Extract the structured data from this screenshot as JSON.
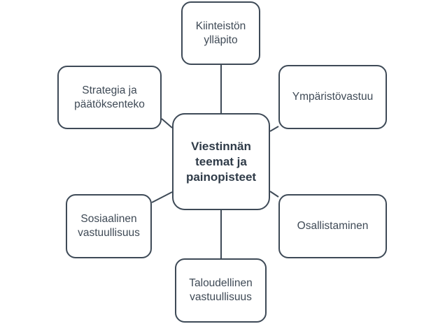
{
  "diagram": {
    "center": {
      "label": "Viestinnän\nteemat ja\npainopisteet"
    },
    "nodes": {
      "top": {
        "label": "Kiinteistön\nylläpito"
      },
      "top_left": {
        "label": "Strategia ja\npäätöksenteko"
      },
      "top_right": {
        "label": "Ympäristövastuu"
      },
      "bottom_left": {
        "label": "Sosiaalinen\nvastuullisuus"
      },
      "bottom_right": {
        "label": "Osallistaminen"
      },
      "bottom": {
        "label": "Taloudellinen\nvastuullisuus"
      }
    },
    "colors": {
      "border": "#3e4a57",
      "text": "#3f4a56",
      "center_text": "#2f3b48",
      "background": "#ffffff"
    }
  }
}
